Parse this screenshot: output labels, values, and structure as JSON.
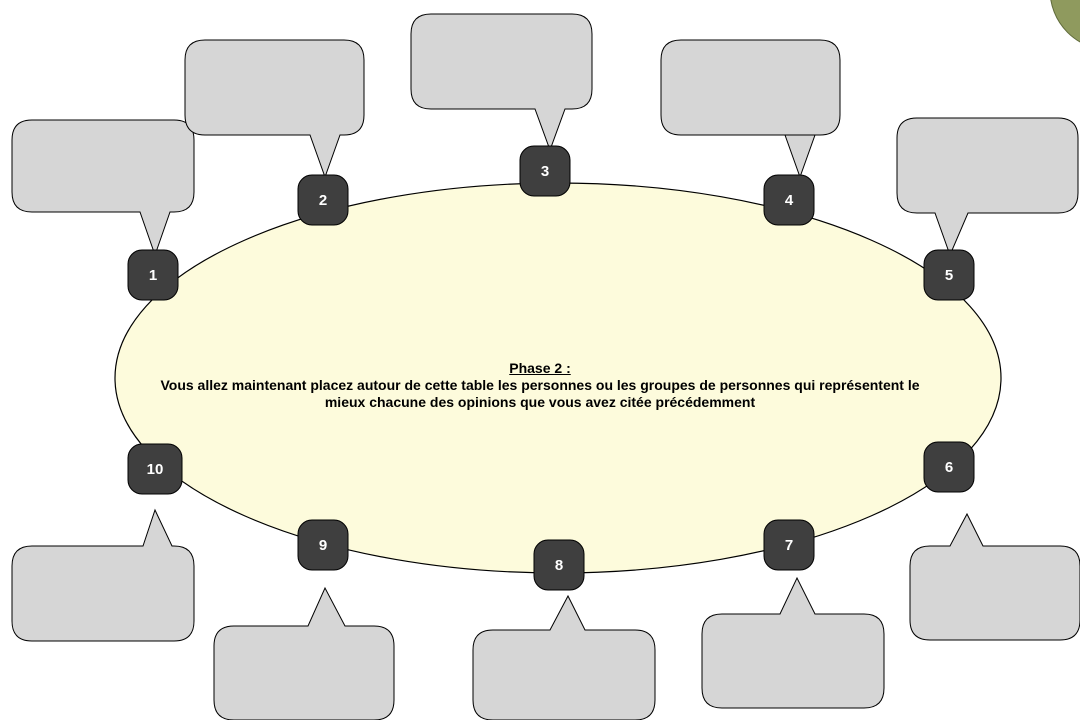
{
  "phase": {
    "title": "Phase 2 :",
    "instruction": "Vous allez maintenant placez autour de cette table les personnes ou les groupes de personnes qui représentent le mieux chacune des opinions que vous avez citée précédemment"
  },
  "seats": [
    {
      "number": "1"
    },
    {
      "number": "2"
    },
    {
      "number": "3"
    },
    {
      "number": "4"
    },
    {
      "number": "5"
    },
    {
      "number": "6"
    },
    {
      "number": "7"
    },
    {
      "number": "8"
    },
    {
      "number": "9"
    },
    {
      "number": "10"
    }
  ],
  "colors": {
    "table_fill": "#fdfbdc",
    "seat_fill": "#3f3f3f",
    "bubble_fill": "#d6d6d6",
    "corner_deco": "#8f9a5e"
  }
}
